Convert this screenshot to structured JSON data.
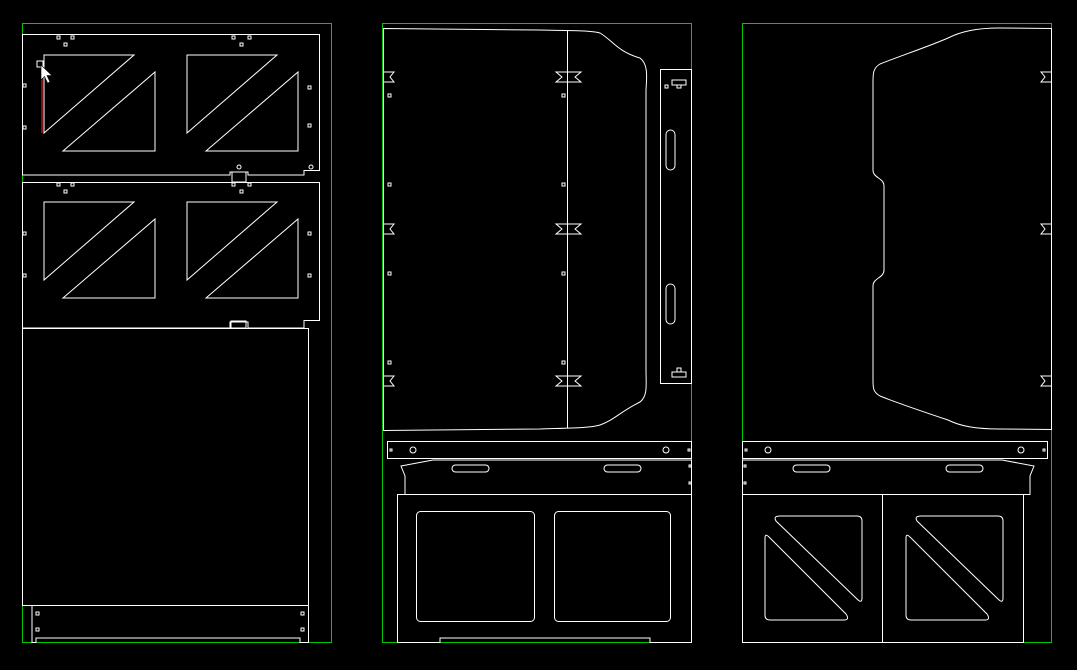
{
  "app": {
    "view": "CAD cut layout",
    "background_color": "#000000",
    "line_color": "#ffffff",
    "sheet_border_color": "#00c800",
    "selection_color": "#ff2020"
  },
  "sheets": [
    {
      "id": "sheet-1",
      "parts": [
        "frame-panel-top",
        "frame-panel-middle",
        "solid-panel",
        "base-strip"
      ]
    },
    {
      "id": "sheet-2",
      "parts": [
        "side-panel-left-curved",
        "slotted-bar",
        "rail-bar",
        "slot-bracket",
        "window-panel"
      ]
    },
    {
      "id": "sheet-3",
      "parts": [
        "side-panel-right-curved",
        "rail-bar",
        "slot-bracket",
        "diagonal-cutout-panel"
      ]
    }
  ],
  "cursor": {
    "icon": "arrow-pointer-icon"
  }
}
